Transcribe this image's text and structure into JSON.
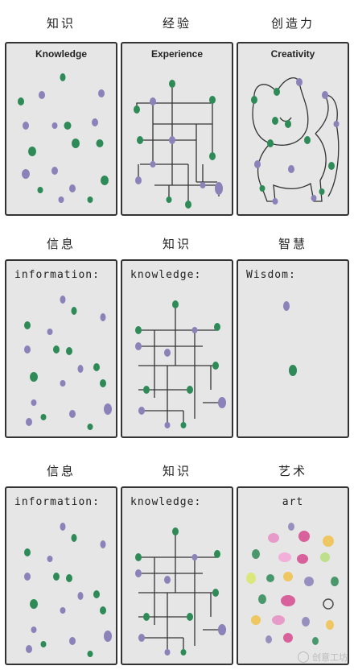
{
  "rows": [
    {
      "captions": [
        "知识",
        "经验",
        "创造力"
      ],
      "labels": [
        "Knowledge",
        "Experience",
        "Creativity"
      ]
    },
    {
      "captions": [
        "信息",
        "知识",
        "智慧"
      ],
      "labels": [
        "information:",
        "knowledge:",
        "Wisdom:"
      ]
    },
    {
      "captions": [
        "信息",
        "知识",
        "艺术"
      ],
      "labels": [
        "information:",
        "knowledge:",
        "art"
      ]
    }
  ],
  "colors": {
    "green": "#2e8b57",
    "purple": "#8a82b8",
    "panel": "#e6e6e6",
    "ink": "#333333"
  },
  "watermark": "创意工坊"
}
